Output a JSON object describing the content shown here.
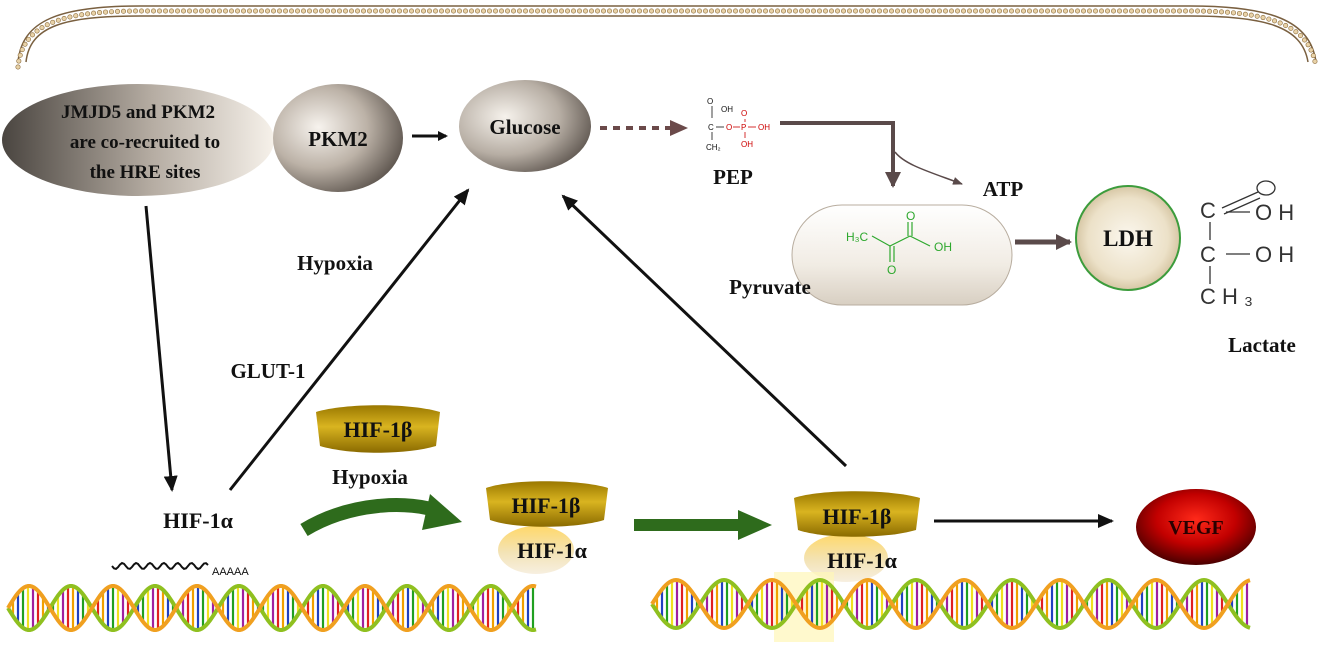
{
  "nodes": {
    "jmjd5_line1": "JMJD5 and PKM2",
    "jmjd5_line2": "are co-recruited to",
    "jmjd5_line3": "the HRE  sites",
    "pkm2": "PKM2",
    "glucose": "Glucose",
    "pep": "PEP",
    "atp": "ATP",
    "pyruvate": "Pyruvate",
    "ldh": "LDH",
    "lactate": "Lactate",
    "hypoxia_top": "Hypoxia",
    "glut1": "GLUT-1",
    "hif1b_free": "HIF-1β",
    "hypoxia_bottom": "Hypoxia",
    "hif1a_free": "HIF-1α",
    "mrna_tail": "AAAAA",
    "complex1_beta": "HIF-1β",
    "complex1_alpha": "HIF-1α",
    "complex2_beta": "HIF-1β",
    "complex2_alpha": "HIF-1α",
    "vegf": "VEGF"
  },
  "chem": {
    "pep_atoms": {
      "o_top": "O",
      "oh": "OH",
      "c": "C",
      "o_link": "O",
      "p": "P",
      "p_oh_right": "OH",
      "p_oh_bottom": "OH",
      "p_o_top": "O",
      "ch2": "CH₂"
    },
    "pyruvate_atoms": {
      "h3c": "H₃C",
      "o_top": "O",
      "oh": "OH",
      "o_bottom": "O"
    },
    "lactate_atoms": {
      "o1": "O",
      "c1": "C",
      "oh1": "O H",
      "c2": "C",
      "oh2": "O H",
      "ch3": "C H ₃"
    }
  },
  "colors": {
    "arrow_dark": "#5a4a4a",
    "arrow_green": "#2e6b1c",
    "hif_gold": "#c9a20a",
    "vegf_red": "#cc0000",
    "ldh_ring": "#3c9c3c",
    "pyruvate_green": "#2ea82e",
    "pep_red": "#cc0000"
  }
}
